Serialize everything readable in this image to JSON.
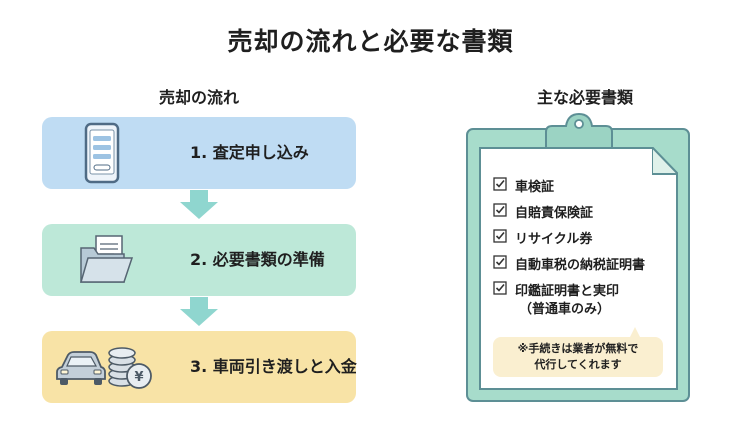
{
  "title": "売却の流れと必要な書類",
  "flow": {
    "heading": "売却の流れ",
    "steps": [
      {
        "label": "1. 査定申し込み",
        "icon": "smartphone-icon"
      },
      {
        "label": "2. 必要書類の準備",
        "icon": "folder-documents-icon"
      },
      {
        "label": "3. 車両引き渡しと入金",
        "icon": "car-and-coins-icon"
      }
    ]
  },
  "docs": {
    "heading": "主な必要書類",
    "items": [
      "車検証",
      "自賠責保険証",
      "リサイクル券",
      "自動車税の納税証明書",
      "印鑑証明書と実印"
    ],
    "item5_note": "（普通車のみ）",
    "note_line1": "※手続きは業者が無料で",
    "note_line2": "代行してくれます"
  },
  "colors": {
    "step1": "#bfdcf3",
    "step2": "#bde8d8",
    "step3": "#f8e3a6",
    "arrow": "#8fd6cf",
    "clipboard": "#a7dccb",
    "note": "#faefd0"
  }
}
